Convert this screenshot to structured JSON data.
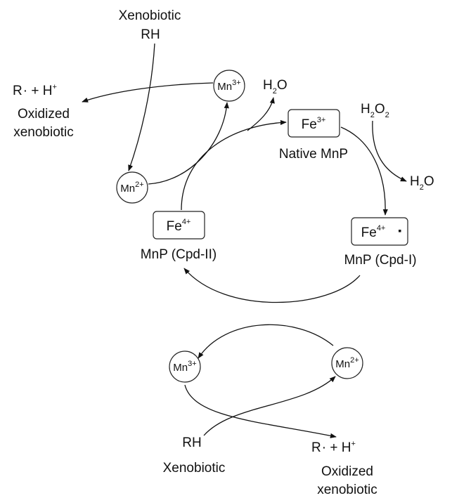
{
  "labels": {
    "xeno_top_line1": "Xenobiotic",
    "xeno_top_line2": "RH",
    "radical_top_r": "R",
    "radical_top_h": " + H",
    "radical_top_plus": "+",
    "oxidized_top_line1": "Oxidized",
    "oxidized_top_line2": "xenobiotic",
    "water_left_h": "H",
    "water_left_sub": "2",
    "water_left_o": "O",
    "peroxide_h": "H",
    "peroxide_sub1": "2",
    "peroxide_o": "O",
    "peroxide_sub2": "2",
    "water_right_h": "H",
    "water_right_sub": "2",
    "water_right_o": "O",
    "native_mnp": "Native MnP",
    "cpd2": "MnP (Cpd-II)",
    "cpd1": "MnP (Cpd-I)",
    "rh_bottom": "RH",
    "xeno_bottom": "Xenobiotic",
    "radical_bottom_r": "R",
    "radical_bottom_h": " + H",
    "radical_bottom_plus": "+",
    "oxidized_bottom_line1": "Oxidized",
    "oxidized_bottom_line2": "xenobiotic"
  },
  "nodes": {
    "mn3_top": {
      "base": "Mn",
      "charge": "3+"
    },
    "mn2_left": {
      "base": "Mn",
      "charge": "2+"
    },
    "mn3_bottom": {
      "base": "Mn",
      "charge": "3+"
    },
    "mn2_bottom": {
      "base": "Mn",
      "charge": "2+"
    },
    "fe3_native": {
      "base": "Fe",
      "charge": "3+"
    },
    "fe4_cpd2": {
      "base": "Fe",
      "charge": "4+"
    },
    "fe4_cpd1": {
      "base": "Fe",
      "charge": "4+"
    }
  }
}
